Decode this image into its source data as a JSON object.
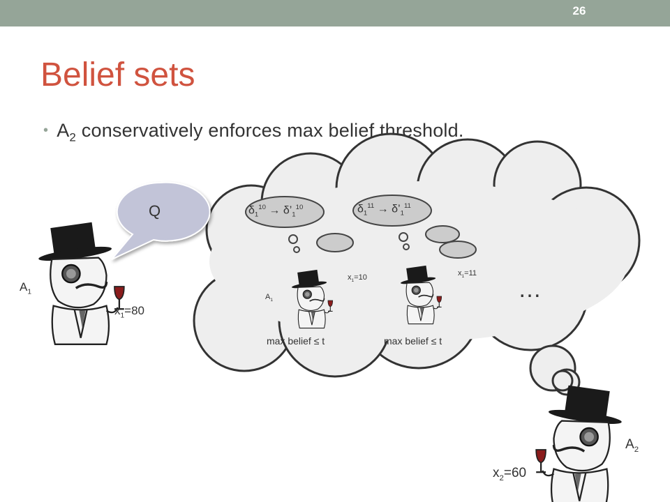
{
  "slide": {
    "number": "26",
    "title": "Belief sets",
    "bullet": {
      "text_a": "A",
      "sub": "2",
      "text_b": " conservatively enforces max belief threshold."
    }
  },
  "speech_bubble": {
    "text": "Q"
  },
  "agent_a1": {
    "name": "A",
    "sub": "1",
    "x_var": "x",
    "x_sub": "1",
    "x_value": "=80"
  },
  "agent_a2": {
    "name": "A",
    "sub": "2",
    "x_var": "x",
    "x_sub": "2",
    "x_value": "=60"
  },
  "world_1": {
    "thought_base": "δ",
    "thought_sub1": "1",
    "thought_sup1": "10",
    "arrow": "→",
    "thought_prime": "δ’",
    "thought_sub2": "1",
    "thought_sup2": "10",
    "x_var": "x",
    "x_sub": "1",
    "x_value": "=10",
    "agent_name": "A",
    "agent_sub": "1",
    "max_belief": "max belief ≤ t"
  },
  "world_2": {
    "thought_base": "δ",
    "thought_sub1": "1",
    "thought_sup1": "11",
    "arrow": "→",
    "thought_prime": "δ’",
    "thought_sub2": "1",
    "thought_sup2": "11",
    "x_var": "x",
    "x_sub": "1",
    "x_value": "=11",
    "max_belief": "max belief ≤ t"
  },
  "ellipsis": "…",
  "colors": {
    "accent": "#d0533f",
    "bar": "#95a598",
    "bubble": "#c2c4d8",
    "cloud": "#eeeeee"
  }
}
